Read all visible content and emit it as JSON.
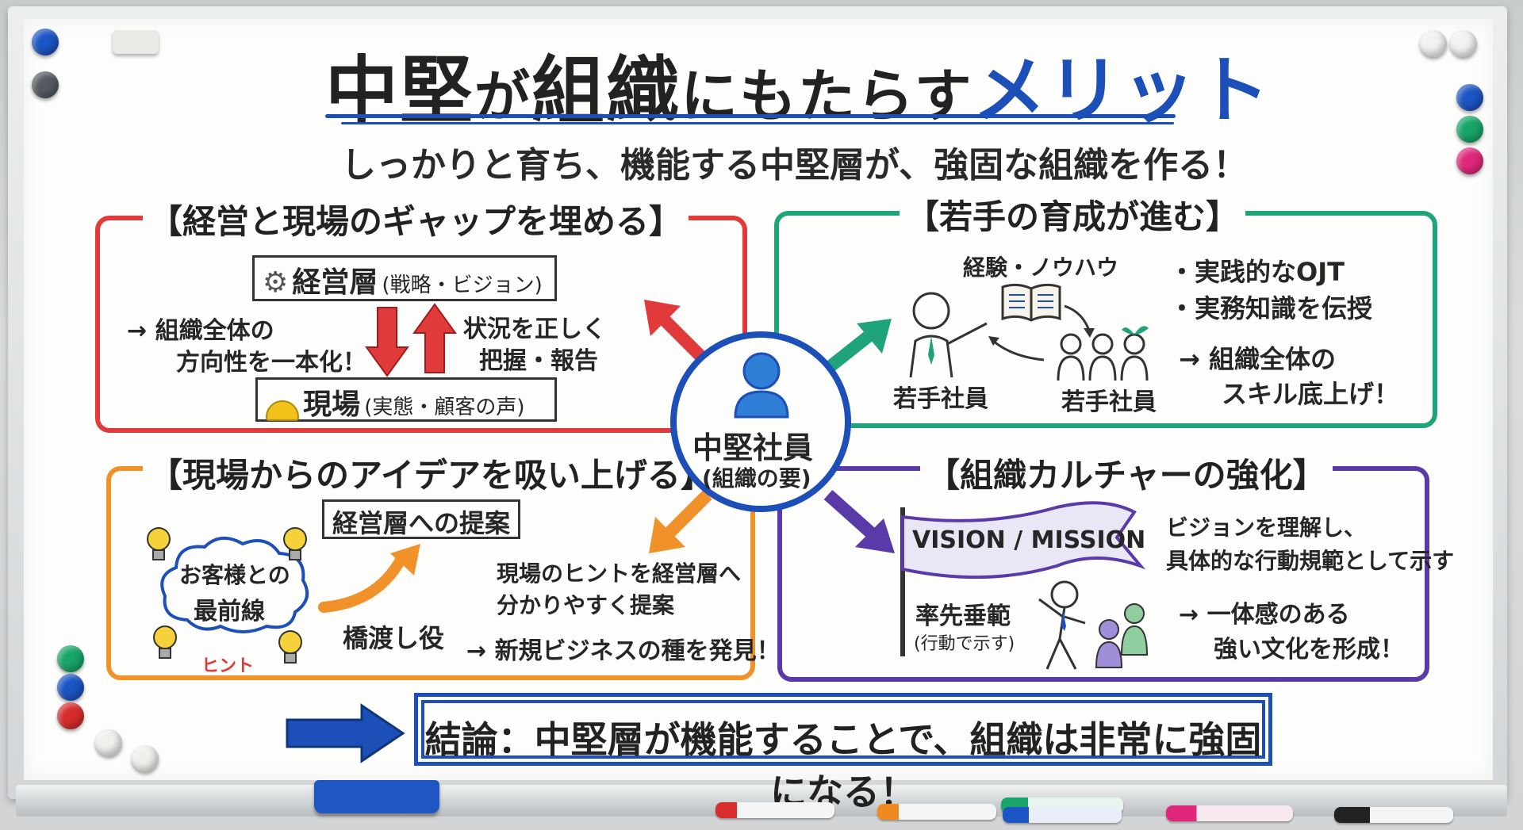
{
  "title": {
    "part1": "中堅",
    "part2": "が",
    "part3": "組織",
    "part4": "にもたらす",
    "part5": "メリット"
  },
  "subtitle": "しっかりと育ち、機能する中堅層が、強固な組織を作る！",
  "center": {
    "line1": "中堅社員",
    "line2": "(組織の要)"
  },
  "panels": {
    "gap": {
      "heading": "【経営と現場のギャップを埋める】",
      "management": "経営層",
      "management_sub": "(戦略・ビジョン)",
      "field": "現場",
      "field_sub": "(実態・顧客の声)",
      "left_line1": "→ 組織全体の",
      "left_line2": "方向性を一本化！",
      "right_line1": "状況を正しく",
      "right_line2": "把握・報告"
    },
    "youth": {
      "heading": "【若手の育成が進む】",
      "knowhow": "経験・ノウハウ",
      "label_left": "若手社員",
      "label_right": "若手社員",
      "bullet1": "・実践的なOJT",
      "bullet2": "・実務知識を伝授",
      "result1": "→ 組織全体の",
      "result2": "スキル底上げ！"
    },
    "ideas": {
      "heading": "【現場からのアイデアを吸い上げる】",
      "proposal_box": "経営層への提案",
      "cloud1": "お客様との",
      "cloud2": "最前線",
      "hint": "ヒント",
      "bridge": "橋渡し役",
      "text1": "現場のヒントを経営層へ",
      "text2": "分かりやすく提案",
      "result": "→ 新規ビジネスの種を発見！"
    },
    "culture": {
      "heading": "【組織カルチャーの強化】",
      "flag": "VISION / MISSION",
      "lead1": "率先垂範",
      "lead2": "(行動で示す)",
      "text1": "ビジョンを理解し、",
      "text2": "具体的な行動規範として示す",
      "result1": "→ 一体感のある",
      "result2": "強い文化を形成！"
    }
  },
  "conclusion": "結論：中堅層が機能することで、組織は非常に強固になる！",
  "colors": {
    "blue": "#1d4fb8",
    "red": "#e03a3a",
    "green": "#1fa37a",
    "orange": "#f0912a",
    "purple": "#5a3aa8"
  }
}
